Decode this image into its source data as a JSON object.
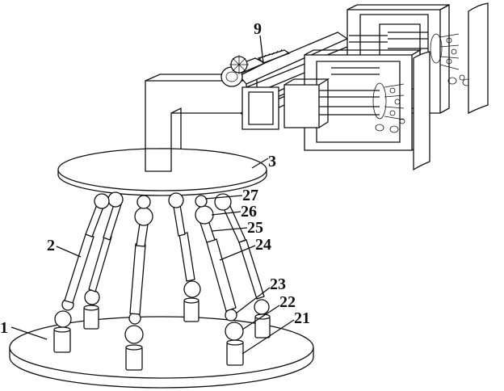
{
  "labels": {
    "l1": "1",
    "l2": "2",
    "l3": "3",
    "l9": "9",
    "l21": "21",
    "l22": "22",
    "l23": "23",
    "l24": "24",
    "l25": "25",
    "l26": "26",
    "l27": "27"
  }
}
